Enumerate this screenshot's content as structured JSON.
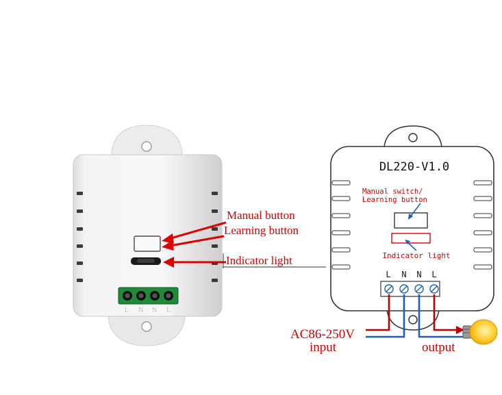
{
  "photo": {
    "labels": {
      "manual": "Manual button",
      "learning": "Learning button",
      "indicator": "Indicator light"
    },
    "terminal_marks": [
      "L",
      "N",
      "N",
      "L"
    ],
    "colors": {
      "label": "#d40000",
      "arrow": "#e00000"
    }
  },
  "diagram": {
    "model": "DL220-V1.0",
    "switch_label_line1": "Manual switch/",
    "switch_label_line2": "Learning button",
    "indicator_label": "Indicator light",
    "terminals": [
      "L",
      "N",
      "N",
      "L"
    ],
    "input_voltage": "AC86-250V",
    "input_label": "input",
    "output_label": "output",
    "colors": {
      "live_wire": "#c00000",
      "neutral_wire": "#1d5fb5",
      "text_red": "#d40000",
      "indicator": "#e02020"
    }
  },
  "icons": [
    "light-bulb-icon"
  ]
}
